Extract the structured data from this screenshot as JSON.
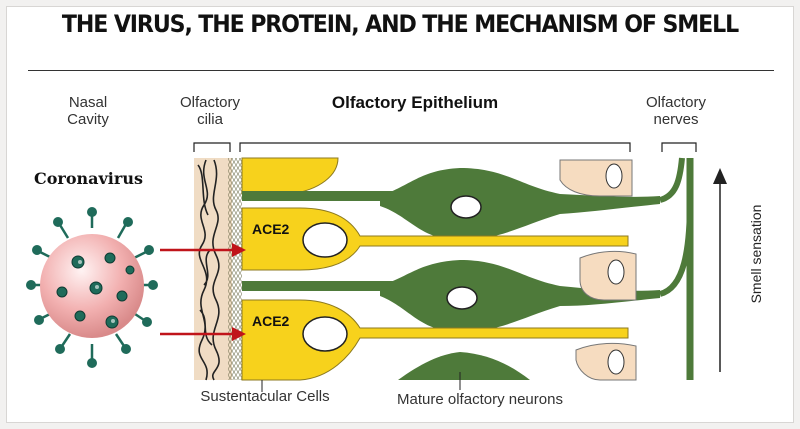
{
  "title": "THE VIRUS, THE PROTEIN, AND THE MECHANISM OF SMELL",
  "labels": {
    "nasal_cavity": [
      "Nasal",
      "Cavity"
    ],
    "olfactory_cilia": [
      "Olfactory",
      "cilia"
    ],
    "olfactory_epithelium": "Olfactory Epithelium",
    "olfactory_nerves": [
      "Olfactory",
      "nerves"
    ],
    "coronavirus": "Coronavirus",
    "ace2_top": "ACE2",
    "ace2_bottom": "ACE2",
    "sustentacular_cells": "Sustentacular Cells",
    "mature_neurons": "Mature olfactory neurons",
    "smell_sensation": "Smell sensation"
  },
  "colors": {
    "sustentacular": "#f7d21c",
    "neuron": "#4e7a3a",
    "basal_cell": "#f6dcc0",
    "arrow": "#c0141a",
    "virus_body": "#f2b0b0",
    "virus_spike": "#1f6b5a"
  }
}
